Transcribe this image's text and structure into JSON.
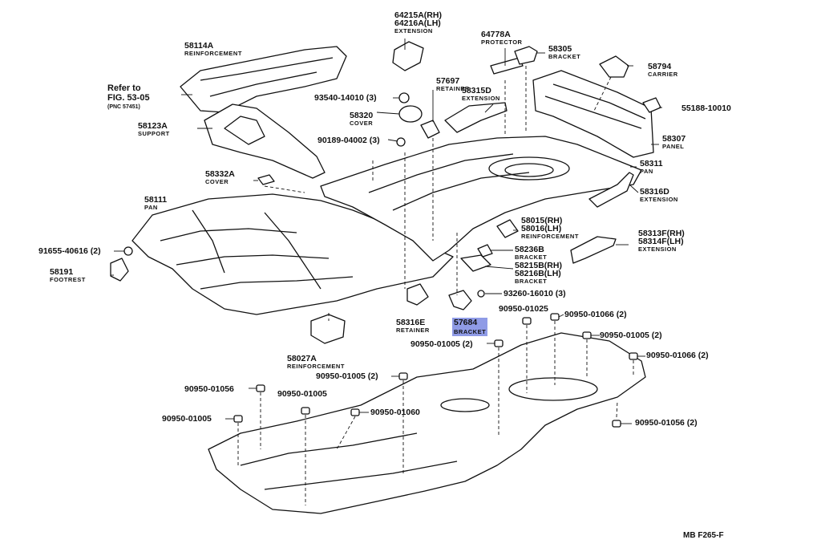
{
  "diagram_code": "MB F265-F",
  "reference": {
    "line1": "Refer to",
    "line2": "FIG. 53-05",
    "line3": "(PNC 57451)"
  },
  "labels": [
    {
      "id": "64215A",
      "pn": "64215A(RH)",
      "pn2": "64216A(LH)",
      "name": "EXTENSION"
    },
    {
      "id": "64778A",
      "pn": "64778A",
      "name": "PROTECTOR"
    },
    {
      "id": "58305",
      "pn": "58305",
      "name": "BRACKET"
    },
    {
      "id": "58794",
      "pn": "58794",
      "name": "CARRIER"
    },
    {
      "id": "55188",
      "pn": "55188-10010",
      "name": ""
    },
    {
      "id": "58114A",
      "pn": "58114A",
      "name": "REINFORCEMENT"
    },
    {
      "id": "57697",
      "pn": "57697",
      "name": "RETAINER"
    },
    {
      "id": "58315D_top",
      "pn": "58315D",
      "name": "EXTENSION"
    },
    {
      "id": "93540",
      "pn": "93540-14010 (3)",
      "name": ""
    },
    {
      "id": "58320",
      "pn": "58320",
      "name": "COVER"
    },
    {
      "id": "58123A",
      "pn": "58123A",
      "name": "SUPPORT"
    },
    {
      "id": "90189",
      "pn": "90189-04002 (3)",
      "name": ""
    },
    {
      "id": "58307",
      "pn": "58307",
      "name": "PANEL"
    },
    {
      "id": "58311",
      "pn": "58311",
      "name": "PAN"
    },
    {
      "id": "58332A",
      "pn": "58332A",
      "name": "COVER"
    },
    {
      "id": "58316D",
      "pn": "58316D",
      "name": "EXTENSION"
    },
    {
      "id": "58111",
      "pn": "58111",
      "name": "PAN"
    },
    {
      "id": "58015",
      "pn": "58015(RH)",
      "pn2": "58016(LH)",
      "name": "REINFORCEMENT"
    },
    {
      "id": "58313F",
      "pn": "58313F(RH)",
      "pn2": "58314F(LH)",
      "name": "EXTENSION"
    },
    {
      "id": "91655",
      "pn": "91655-40616 (2)",
      "name": ""
    },
    {
      "id": "58236B",
      "pn": "58236B",
      "name": "BRACKET"
    },
    {
      "id": "58191",
      "pn": "58191",
      "name": "FOOTREST"
    },
    {
      "id": "58215B",
      "pn": "58215B(RH)",
      "pn2": "58216B(LH)",
      "name": "BRACKET"
    },
    {
      "id": "93260",
      "pn": "93260-16010 (3)",
      "name": ""
    },
    {
      "id": "90950_01025",
      "pn": "90950-01025",
      "name": ""
    },
    {
      "id": "90950_01066_a",
      "pn": "90950-01066 (2)",
      "name": ""
    },
    {
      "id": "58316E",
      "pn": "58316E",
      "name": "RETAINER"
    },
    {
      "id": "57684",
      "pn": "57684",
      "name": "BRACKET"
    },
    {
      "id": "90950_01005_a",
      "pn": "90950-01005 (2)",
      "name": ""
    },
    {
      "id": "90950_01005_b",
      "pn": "90950-01005 (2)",
      "name": ""
    },
    {
      "id": "90950_01066_b",
      "pn": "90950-01066 (2)",
      "name": ""
    },
    {
      "id": "58027A",
      "pn": "58027A",
      "name": "REINFORCEMENT"
    },
    {
      "id": "90950_01005_c",
      "pn": "90950-01005 (2)",
      "name": ""
    },
    {
      "id": "90950_01056_a",
      "pn": "90950-01056",
      "name": ""
    },
    {
      "id": "90950_01005_d",
      "pn": "90950-01005",
      "name": ""
    },
    {
      "id": "90950_01060",
      "pn": "90950-01060",
      "name": ""
    },
    {
      "id": "90950_01005_e",
      "pn": "90950-01005",
      "name": ""
    },
    {
      "id": "90950_01056_b",
      "pn": "90950-01056 (2)",
      "name": ""
    }
  ],
  "highlight_color": "#8f9be6"
}
